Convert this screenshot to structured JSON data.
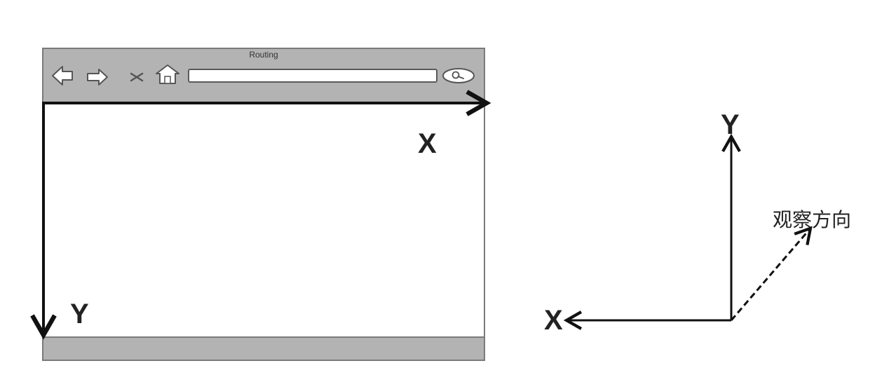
{
  "browser_window": {
    "title": "Routing",
    "toolbar_icons": [
      "back-arrow-icon",
      "forward-arrow-icon",
      "stop-icon",
      "home-icon",
      "search-icon"
    ],
    "address_value": ""
  },
  "screen_axes": {
    "x_label": "X",
    "y_label": "Y"
  },
  "world_axes": {
    "x_label": "X",
    "y_label": "Y",
    "view_direction_label": "观察方向"
  }
}
